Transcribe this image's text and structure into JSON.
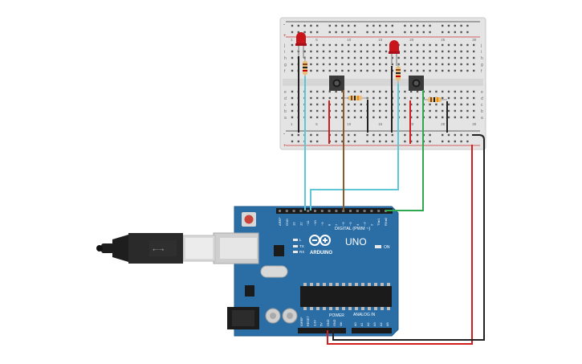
{
  "circuit": {
    "breadboard": {
      "row_letters_top": [
        "j",
        "i",
        "h",
        "g",
        "f"
      ],
      "row_letters_bottom": [
        "e",
        "d",
        "c",
        "b",
        "a"
      ],
      "column_numbers": [
        "1",
        "",
        "",
        "",
        "5",
        "",
        "",
        "",
        "",
        "10",
        "",
        "",
        "",
        "",
        "15",
        "",
        "",
        "",
        "",
        "20",
        "",
        "",
        "",
        "",
        "25",
        "",
        "",
        "",
        "",
        "30"
      ],
      "rail_plus": "+",
      "rail_minus": "-"
    },
    "arduino": {
      "brand": "ARDUINO",
      "model": "UNO",
      "digital_label": "DIGITAL (PWM ~)",
      "on_label": "ON",
      "tx_label": "TX",
      "rx_label": "RX",
      "l_label": "L",
      "power_label": "POWER",
      "analog_label": "ANALOG IN",
      "digital_pins": [
        "AREF",
        "GND",
        "13",
        "12",
        "~11",
        "~10",
        "~9",
        "8",
        "7",
        "~6",
        "~5",
        "4",
        "~3",
        "2",
        "TX▸1",
        "RX◂0"
      ],
      "power_pins": [
        "IOREF",
        "RESET",
        "3.3V",
        "5V",
        "GND",
        "GND",
        "Vin"
      ],
      "analog_pins": [
        "A0",
        "A1",
        "A2",
        "A3",
        "A4",
        "A5"
      ]
    },
    "colors": {
      "board": "#2b6ea6",
      "breadboard": "#e6e6e6",
      "wire_cyan": "#5ec6d6",
      "wire_brown": "#8a5a2b",
      "wire_green": "#2fa84f",
      "wire_red": "#d11f1f",
      "wire_black": "#222222",
      "led": "#c8151b"
    }
  }
}
